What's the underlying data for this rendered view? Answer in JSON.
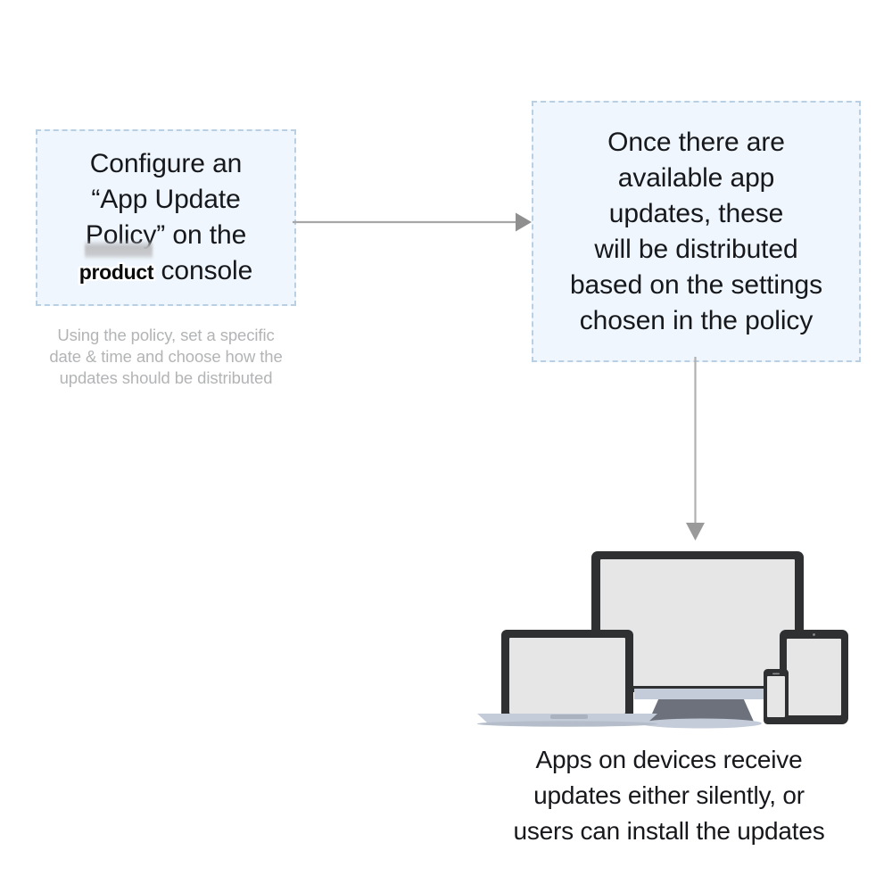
{
  "diagram": {
    "title": "App update policy distribution flow",
    "background_color": "#ffffff",
    "box_fill_color": "#eff6fd",
    "box_border_color": "#b9cfe3",
    "arrow_color": "#a6a6a6",
    "body_text_color": "#16181c",
    "caption_muted_color": "#b2b4b6",
    "device_outline_color": "#2f3032",
    "device_screen_color": "#e6e6e6",
    "device_accent_color": "#c3ccd8",
    "device_stand_color": "#6d717c"
  },
  "nodes": {
    "policy_box": {
      "line1": "Configure an",
      "line2": "“App Update",
      "line3": "Policy” on the",
      "line4_redacted_label": "product",
      "line4_suffix": " console",
      "full_text": "Configure an\n“App Update\nPolicy” on the\nproduct console"
    },
    "policy_caption": {
      "text": "Using the policy, set a specific\ndate & time and choose how the\nupdates should be distributed"
    },
    "distribute_box": {
      "text": "Once there are\navailable app\nupdates, these\nwill be distributed\nbased on the settings\nchosen in the policy"
    },
    "devices_caption": {
      "text": "Apps on devices receive\nupdates either silently, or\nusers can install the updates"
    }
  },
  "connectors": [
    {
      "name": "policy-to-distribute",
      "direction": "right",
      "from": "policy_box",
      "to": "distribute_box"
    },
    {
      "name": "distribute-to-devices",
      "direction": "down",
      "from": "distribute_box",
      "to": "device_illustration"
    }
  ],
  "devices": {
    "items": [
      "desktop-monitor",
      "laptop",
      "tablet",
      "smartphone"
    ]
  }
}
